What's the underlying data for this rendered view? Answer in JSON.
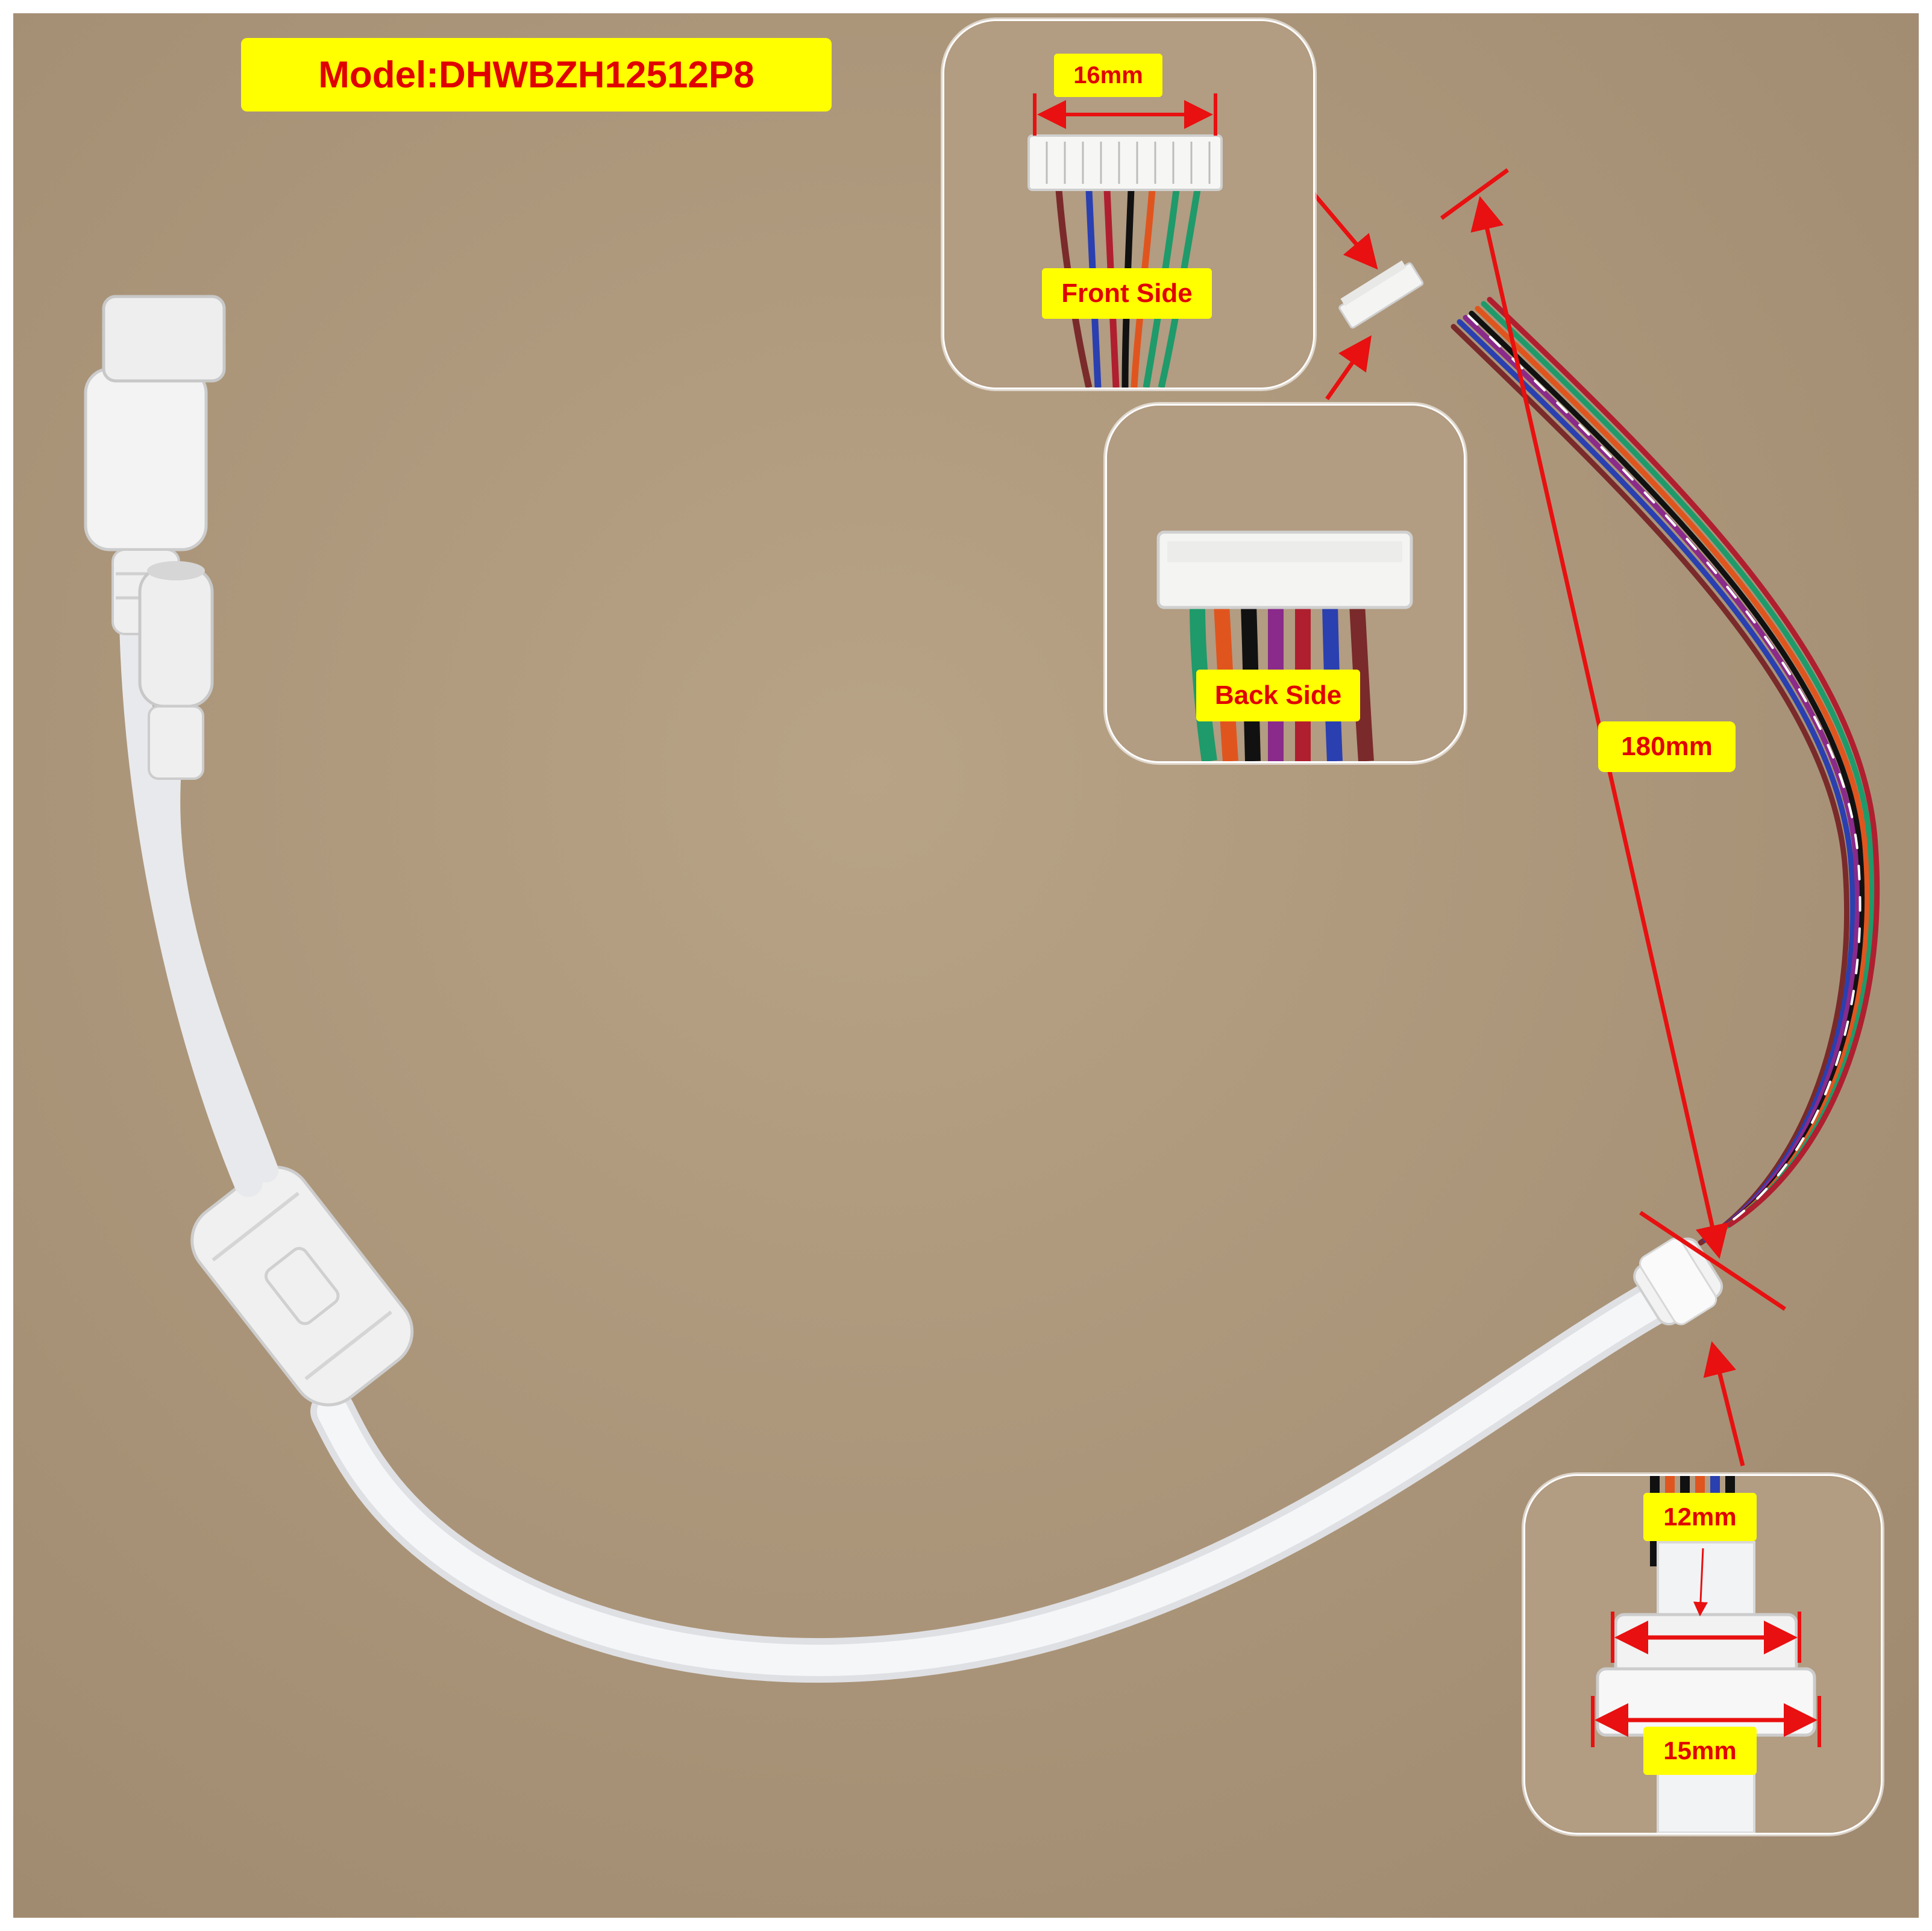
{
  "model_label": "Model:DHWBZH12512P8",
  "front_inset": {
    "dimension": "16mm",
    "caption": "Front Side"
  },
  "back_inset": {
    "caption": "Back Side"
  },
  "cable_length": "180mm",
  "grommet_inset": {
    "inner_dimension": "12mm",
    "outer_dimension": "15mm"
  },
  "colors": {
    "annotation_red": "#e81010",
    "label_yellow": "#ffff00",
    "label_text": "#e00000",
    "cardboard": "#b09a80",
    "cable_white": "#f2f3f5"
  },
  "wire_colors": [
    "#7a2a2a",
    "#2a3fb0",
    "#8a2a8a",
    "#111111",
    "#e0551e",
    "#1f9a6a",
    "#b01f2f"
  ]
}
